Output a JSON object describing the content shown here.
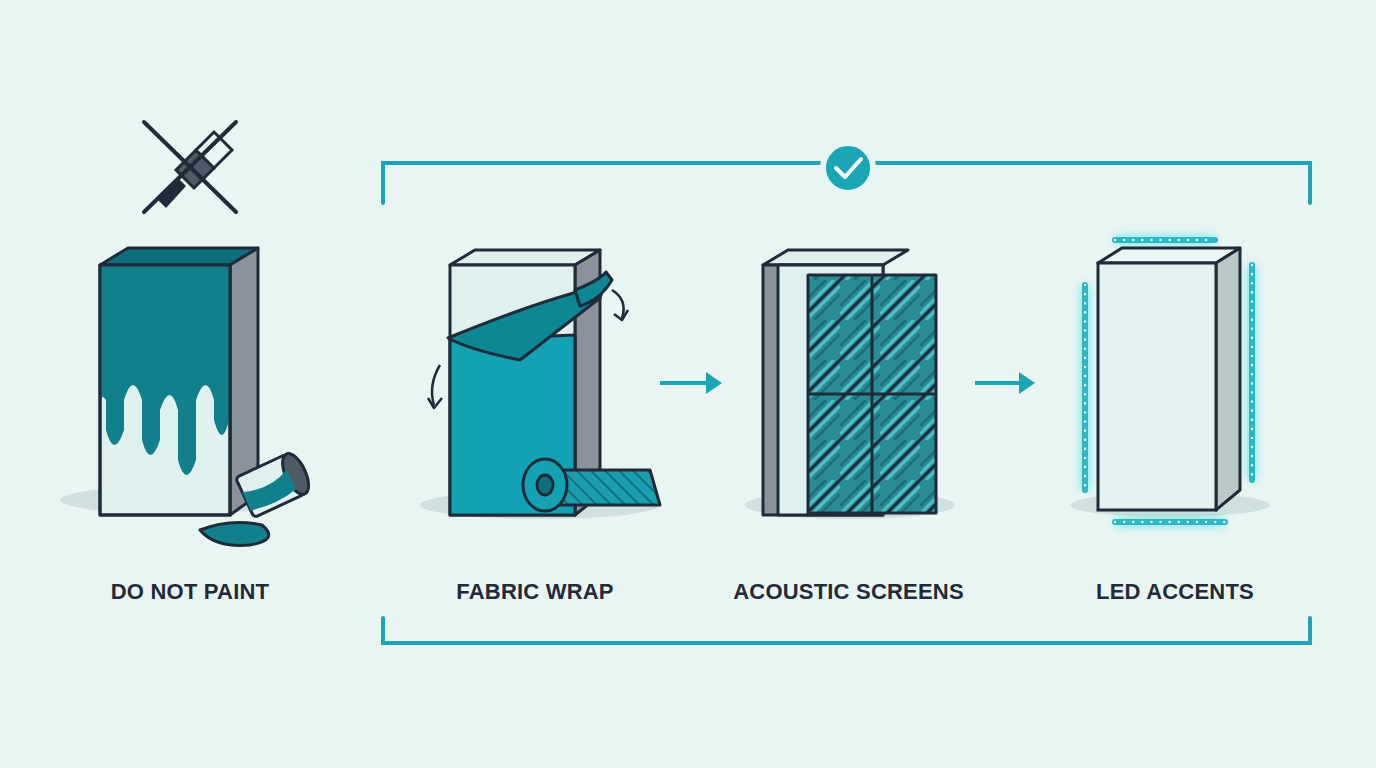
{
  "diagram": {
    "nodes": [
      {
        "text": [
          "DO NOT PAINT"
        ]
      },
      {
        "text": [
          "FABRIC WRAP"
        ]
      },
      {
        "text": [
          "ACOUSTIC SCREENS"
        ]
      },
      {
        "text": [
          "LED ACCENTS"
        ]
      }
    ],
    "edges": [
      {
        "from": 1,
        "to": 2,
        "arrow": "to"
      },
      {
        "from": 2,
        "to": 3,
        "arrow": "to"
      }
    ]
  }
}
